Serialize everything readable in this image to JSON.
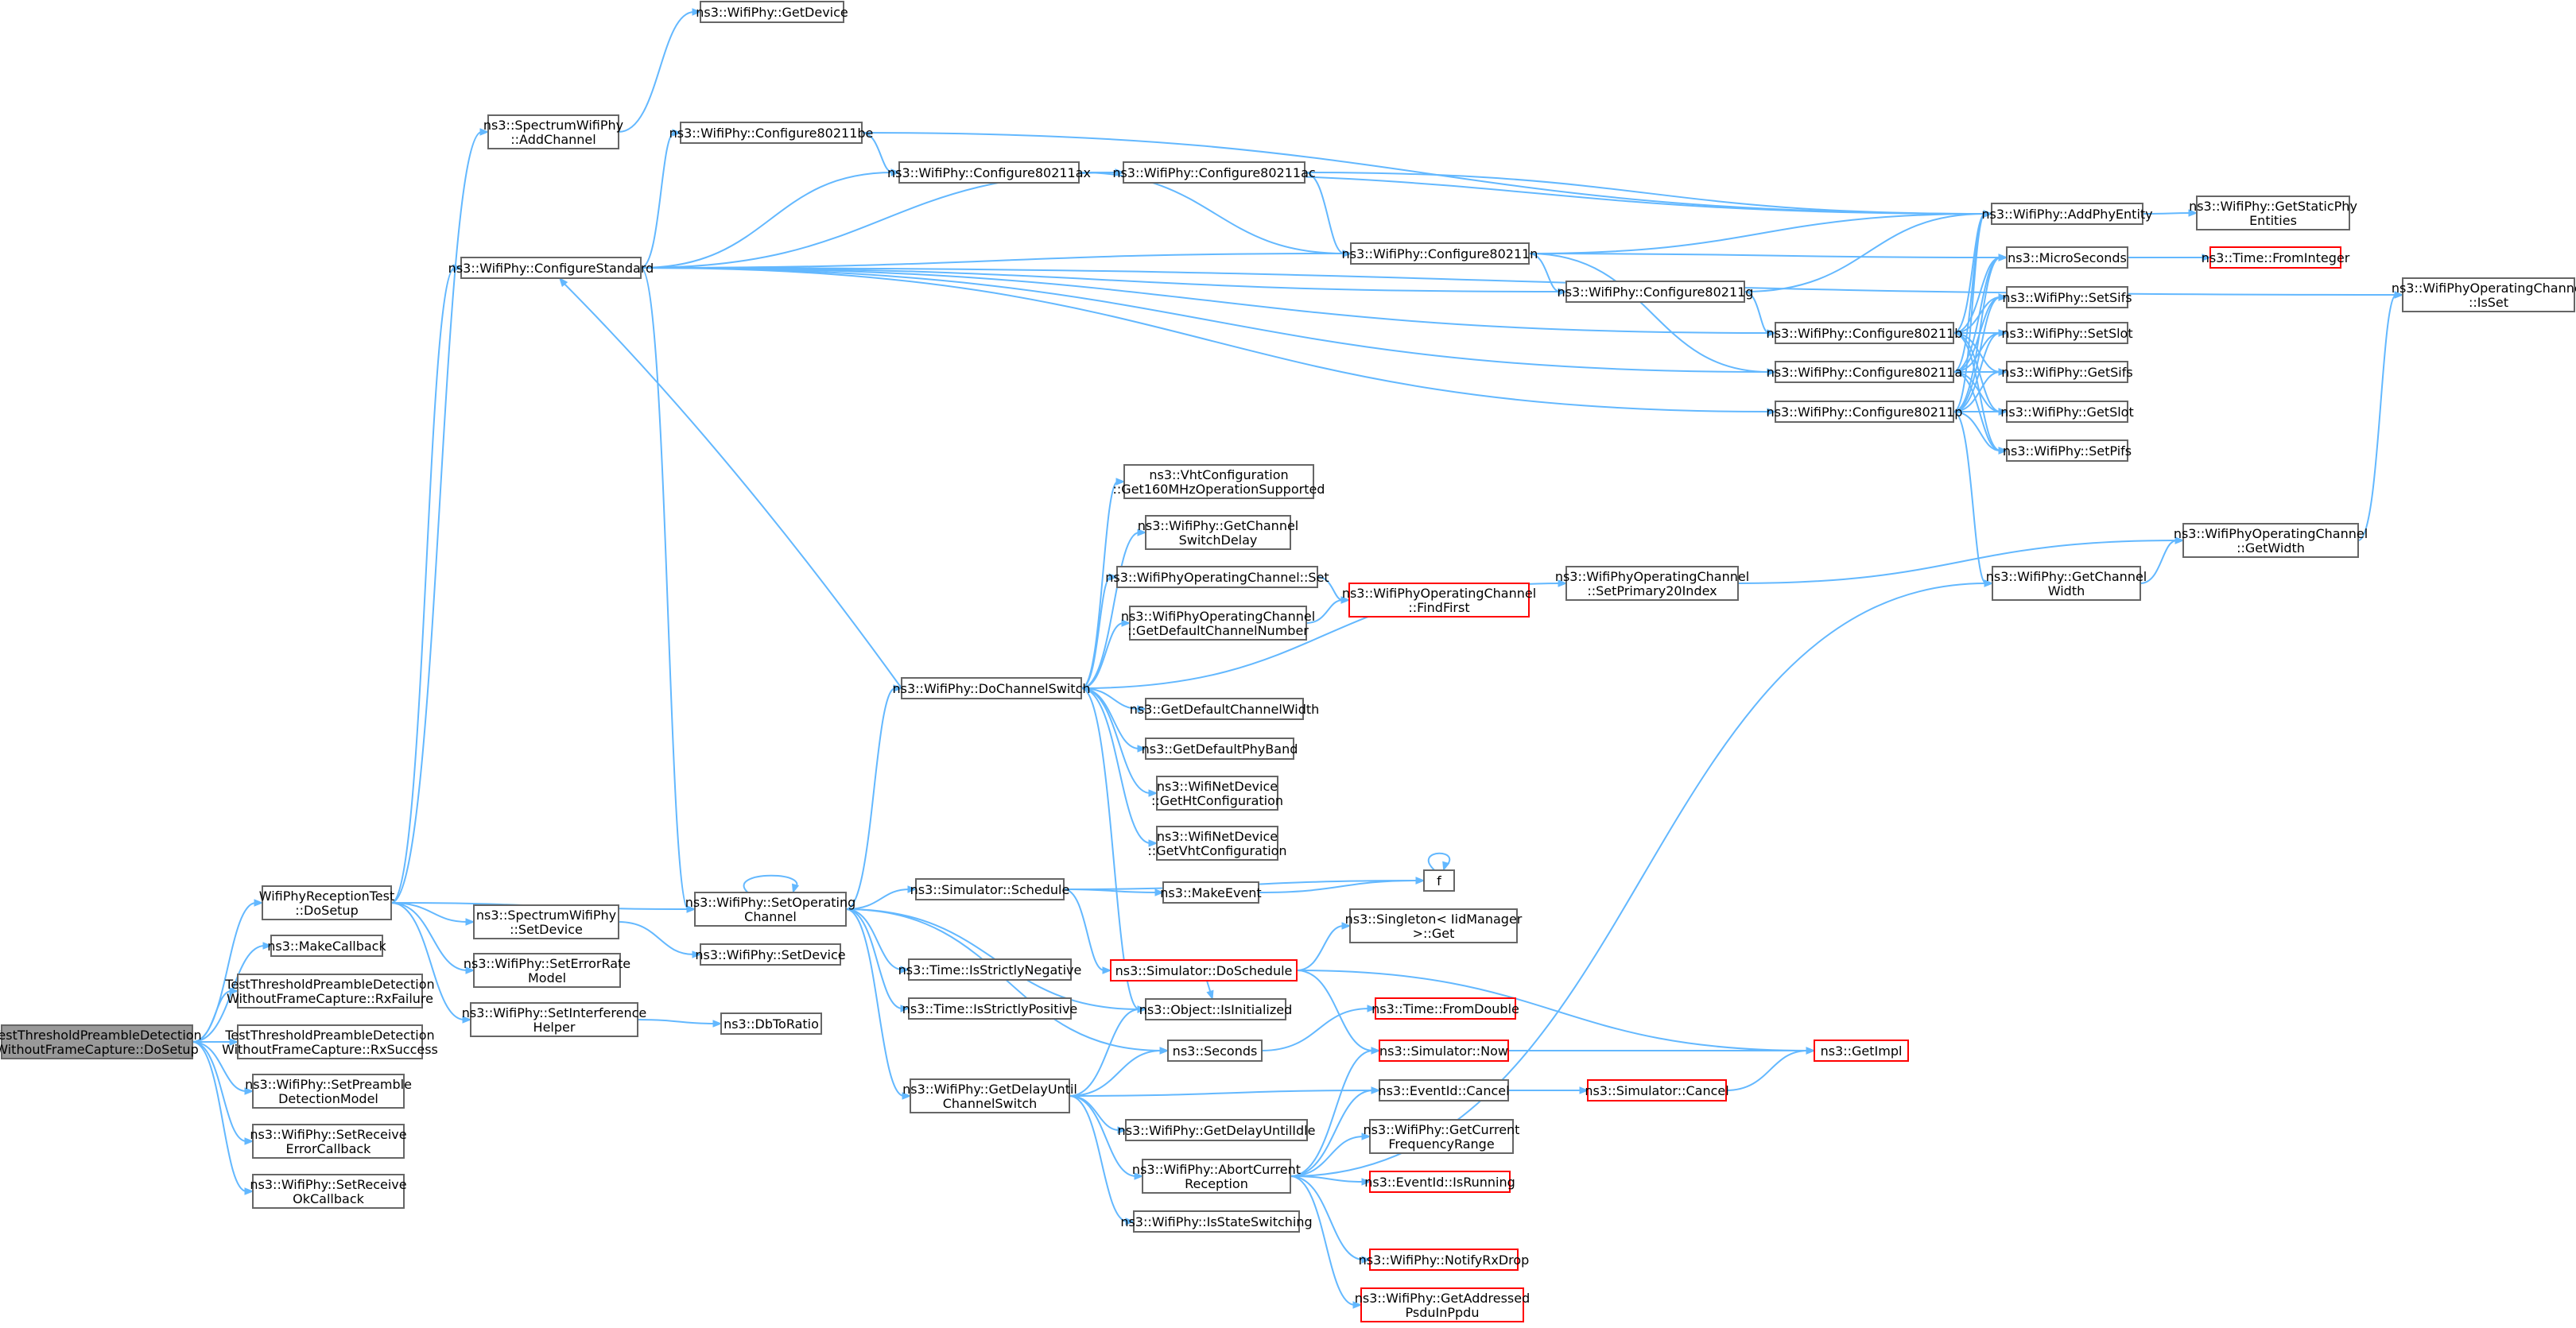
{
  "colors": {
    "edge": "#63b8ff",
    "border": "#666666",
    "root_fill": "#999999",
    "highlight_border": "#ff0000"
  },
  "nodes": [
    {
      "id": "root",
      "lines": [
        "TestThresholdPreambleDetection",
        "WithoutFrameCapture::DoSetup"
      ],
      "style": "root"
    },
    {
      "id": "n_dosetup",
      "lines": [
        "WifiPhyReceptionTest",
        "::DoSetup"
      ]
    },
    {
      "id": "n_makecb",
      "lines": [
        "ns3::MakeCallback"
      ]
    },
    {
      "id": "n_rxfail",
      "lines": [
        "TestThresholdPreambleDetection",
        "WithoutFrameCapture::RxFailure"
      ]
    },
    {
      "id": "n_rxsucc",
      "lines": [
        "TestThresholdPreambleDetection",
        "WithoutFrameCapture::RxSuccess"
      ]
    },
    {
      "id": "n_setpre",
      "lines": [
        "ns3::WifiPhy::SetPreamble",
        "DetectionModel"
      ]
    },
    {
      "id": "n_setrecerr",
      "lines": [
        "ns3::WifiPhy::SetReceive",
        "ErrorCallback"
      ]
    },
    {
      "id": "n_setrecok",
      "lines": [
        "ns3::WifiPhy::SetReceive",
        "OkCallback"
      ]
    },
    {
      "id": "n_specadd",
      "lines": [
        "ns3::SpectrumWifiPhy",
        "::AddChannel"
      ]
    },
    {
      "id": "n_getdev",
      "lines": [
        "ns3::WifiPhy::GetDevice"
      ]
    },
    {
      "id": "n_confstd",
      "lines": [
        "ns3::WifiPhy::ConfigureStandard"
      ]
    },
    {
      "id": "n_specsetdev",
      "lines": [
        "ns3::SpectrumWifiPhy",
        "::SetDevice"
      ]
    },
    {
      "id": "n_seterr",
      "lines": [
        "ns3::WifiPhy::SetErrorRate",
        "Model"
      ]
    },
    {
      "id": "n_setint",
      "lines": [
        "ns3::WifiPhy::SetInterference",
        "Helper"
      ]
    },
    {
      "id": "n_setop",
      "lines": [
        "ns3::WifiPhy::SetOperating",
        "Channel"
      ]
    },
    {
      "id": "n_wsetdev",
      "lines": [
        "ns3::WifiPhy::SetDevice"
      ]
    },
    {
      "id": "n_dbtoratio",
      "lines": [
        "ns3::DbToRatio"
      ]
    },
    {
      "id": "n_c11be",
      "lines": [
        "ns3::WifiPhy::Configure80211be"
      ]
    },
    {
      "id": "n_c11ax",
      "lines": [
        "ns3::WifiPhy::Configure80211ax"
      ]
    },
    {
      "id": "n_c11ac",
      "lines": [
        "ns3::WifiPhy::Configure80211ac"
      ]
    },
    {
      "id": "n_c11n",
      "lines": [
        "ns3::WifiPhy::Configure80211n"
      ]
    },
    {
      "id": "n_c11g",
      "lines": [
        "ns3::WifiPhy::Configure80211g"
      ]
    },
    {
      "id": "n_c11b",
      "lines": [
        "ns3::WifiPhy::Configure80211b"
      ]
    },
    {
      "id": "n_c11a",
      "lines": [
        "ns3::WifiPhy::Configure80211a"
      ]
    },
    {
      "id": "n_c11p",
      "lines": [
        "ns3::WifiPhy::Configure80211p"
      ]
    },
    {
      "id": "n_addphy",
      "lines": [
        "ns3::WifiPhy::AddPhyEntity"
      ]
    },
    {
      "id": "n_getstatic",
      "lines": [
        "ns3::WifiPhy::GetStaticPhy",
        "Entities"
      ]
    },
    {
      "id": "n_micro",
      "lines": [
        "ns3::MicroSeconds"
      ]
    },
    {
      "id": "n_fromint",
      "lines": [
        "ns3::Time::FromInteger"
      ],
      "style": "red"
    },
    {
      "id": "n_setsifs",
      "lines": [
        "ns3::WifiPhy::SetSifs"
      ]
    },
    {
      "id": "n_setslot",
      "lines": [
        "ns3::WifiPhy::SetSlot"
      ]
    },
    {
      "id": "n_getsifs",
      "lines": [
        "ns3::WifiPhy::GetSifs"
      ]
    },
    {
      "id": "n_getslot",
      "lines": [
        "ns3::WifiPhy::GetSlot"
      ]
    },
    {
      "id": "n_setpifs",
      "lines": [
        "ns3::WifiPhy::SetPifs"
      ]
    },
    {
      "id": "n_isset",
      "lines": [
        "ns3::WifiPhyOperatingChannel",
        "::IsSet"
      ]
    },
    {
      "id": "n_vht160",
      "lines": [
        "ns3::VhtConfiguration",
        "::Get160MHzOperationSupported"
      ]
    },
    {
      "id": "n_getchsw",
      "lines": [
        "ns3::WifiPhy::GetChannel",
        "SwitchDelay"
      ]
    },
    {
      "id": "n_opset",
      "lines": [
        "ns3::WifiPhyOperatingChannel::Set"
      ]
    },
    {
      "id": "n_findfirst",
      "lines": [
        "ns3::WifiPhyOperatingChannel",
        "::FindFirst"
      ],
      "style": "red"
    },
    {
      "id": "n_getdefnum",
      "lines": [
        "ns3::WifiPhyOperatingChannel",
        "::GetDefaultChannelNumber"
      ]
    },
    {
      "id": "n_setprim",
      "lines": [
        "ns3::WifiPhyOperatingChannel",
        "::SetPrimary20Index"
      ]
    },
    {
      "id": "n_getchw",
      "lines": [
        "ns3::WifiPhy::GetChannel",
        "Width"
      ]
    },
    {
      "id": "n_getwidth",
      "lines": [
        "ns3::WifiPhyOperatingChannel",
        "::GetWidth"
      ]
    },
    {
      "id": "n_dochsw",
      "lines": [
        "ns3::WifiPhy::DoChannelSwitch"
      ]
    },
    {
      "id": "n_defwidth",
      "lines": [
        "ns3::GetDefaultChannelWidth"
      ]
    },
    {
      "id": "n_defband",
      "lines": [
        "ns3::GetDefaultPhyBand"
      ]
    },
    {
      "id": "n_getht",
      "lines": [
        "ns3::WifiNetDevice",
        "::GetHtConfiguration"
      ]
    },
    {
      "id": "n_getvht",
      "lines": [
        "ns3::WifiNetDevice",
        "::GetVhtConfiguration"
      ]
    },
    {
      "id": "n_schedule",
      "lines": [
        "ns3::Simulator::Schedule"
      ]
    },
    {
      "id": "n_makeevent",
      "lines": [
        "ns3::MakeEvent"
      ]
    },
    {
      "id": "n_f",
      "lines": [
        "f"
      ]
    },
    {
      "id": "n_singleton",
      "lines": [
        "ns3::Singleton< IidManager",
        ">::Get"
      ]
    },
    {
      "id": "n_dosched",
      "lines": [
        "ns3::Simulator::DoSchedule"
      ],
      "style": "red"
    },
    {
      "id": "n_strneg",
      "lines": [
        "ns3::Time::IsStrictlyNegative"
      ]
    },
    {
      "id": "n_strpos",
      "lines": [
        "ns3::Time::IsStrictlyPositive"
      ]
    },
    {
      "id": "n_isinit",
      "lines": [
        "ns3::Object::IsInitialized"
      ]
    },
    {
      "id": "n_fromdbl",
      "lines": [
        "ns3::Time::FromDouble"
      ],
      "style": "red"
    },
    {
      "id": "n_seconds",
      "lines": [
        "ns3::Seconds"
      ]
    },
    {
      "id": "n_now",
      "lines": [
        "ns3::Simulator::Now"
      ],
      "style": "red"
    },
    {
      "id": "n_getimpl",
      "lines": [
        "ns3::GetImpl"
      ],
      "style": "red"
    },
    {
      "id": "n_getdelay",
      "lines": [
        "ns3::WifiPhy::GetDelayUntil",
        "ChannelSwitch"
      ]
    },
    {
      "id": "n_evcancel",
      "lines": [
        "ns3::EventId::Cancel"
      ]
    },
    {
      "id": "n_simcancel",
      "lines": [
        "ns3::Simulator::Cancel"
      ],
      "style": "red"
    },
    {
      "id": "n_delayidle",
      "lines": [
        "ns3::WifiPhy::GetDelayUntilIdle"
      ]
    },
    {
      "id": "n_getcurfr",
      "lines": [
        "ns3::WifiPhy::GetCurrent",
        "FrequencyRange"
      ]
    },
    {
      "id": "n_abort",
      "lines": [
        "ns3::WifiPhy::AbortCurrent",
        "Reception"
      ]
    },
    {
      "id": "n_isrunning",
      "lines": [
        "ns3::EventId::IsRunning"
      ],
      "style": "red"
    },
    {
      "id": "n_isstsw",
      "lines": [
        "ns3::WifiPhy::IsStateSwitching"
      ]
    },
    {
      "id": "n_notifydrop",
      "lines": [
        "ns3::WifiPhy::NotifyRxDrop"
      ],
      "style": "red"
    },
    {
      "id": "n_getaddr",
      "lines": [
        "ns3::WifiPhy::GetAddressed",
        "PsduInPpdu"
      ],
      "style": "red"
    }
  ],
  "edges": [
    [
      "root",
      "n_dosetup"
    ],
    [
      "root",
      "n_makecb"
    ],
    [
      "root",
      "n_rxfail"
    ],
    [
      "root",
      "n_rxsucc"
    ],
    [
      "root",
      "n_setpre"
    ],
    [
      "root",
      "n_setrecerr"
    ],
    [
      "root",
      "n_setrecok"
    ],
    [
      "n_dosetup",
      "n_specadd"
    ],
    [
      "n_dosetup",
      "n_confstd"
    ],
    [
      "n_dosetup",
      "n_specsetdev"
    ],
    [
      "n_dosetup",
      "n_seterr"
    ],
    [
      "n_dosetup",
      "n_setint"
    ],
    [
      "n_dosetup",
      "n_setop"
    ],
    [
      "n_specadd",
      "n_getdev"
    ],
    [
      "n_specsetdev",
      "n_wsetdev"
    ],
    [
      "n_setint",
      "n_dbtoratio"
    ],
    [
      "n_confstd",
      "n_c11be"
    ],
    [
      "n_confstd",
      "n_c11ax"
    ],
    [
      "n_confstd",
      "n_c11ac"
    ],
    [
      "n_confstd",
      "n_c11n"
    ],
    [
      "n_confstd",
      "n_c11g"
    ],
    [
      "n_confstd",
      "n_c11b"
    ],
    [
      "n_confstd",
      "n_c11a"
    ],
    [
      "n_confstd",
      "n_c11p"
    ],
    [
      "n_confstd",
      "n_isset"
    ],
    [
      "n_confstd",
      "n_setop"
    ],
    [
      "n_c11be",
      "n_c11ax"
    ],
    [
      "n_c11be",
      "n_addphy"
    ],
    [
      "n_c11ax",
      "n_c11ac"
    ],
    [
      "n_c11ax",
      "n_c11n"
    ],
    [
      "n_c11ax",
      "n_addphy"
    ],
    [
      "n_c11ac",
      "n_c11n"
    ],
    [
      "n_c11ac",
      "n_addphy"
    ],
    [
      "n_c11n",
      "n_c11g"
    ],
    [
      "n_c11n",
      "n_c11a"
    ],
    [
      "n_c11n",
      "n_addphy"
    ],
    [
      "n_c11n",
      "n_micro"
    ],
    [
      "n_c11g",
      "n_c11b"
    ],
    [
      "n_c11g",
      "n_addphy"
    ],
    [
      "n_c11b",
      "n_addphy"
    ],
    [
      "n_c11b",
      "n_micro"
    ],
    [
      "n_c11b",
      "n_setsifs"
    ],
    [
      "n_c11b",
      "n_setslot"
    ],
    [
      "n_c11b",
      "n_getsifs"
    ],
    [
      "n_c11b",
      "n_getslot"
    ],
    [
      "n_c11b",
      "n_setpifs"
    ],
    [
      "n_c11a",
      "n_addphy"
    ],
    [
      "n_c11a",
      "n_micro"
    ],
    [
      "n_c11a",
      "n_setsifs"
    ],
    [
      "n_c11a",
      "n_setslot"
    ],
    [
      "n_c11a",
      "n_getsifs"
    ],
    [
      "n_c11a",
      "n_getslot"
    ],
    [
      "n_c11a",
      "n_setpifs"
    ],
    [
      "n_c11p",
      "n_addphy"
    ],
    [
      "n_c11p",
      "n_micro"
    ],
    [
      "n_c11p",
      "n_setsifs"
    ],
    [
      "n_c11p",
      "n_setslot"
    ],
    [
      "n_c11p",
      "n_getsifs"
    ],
    [
      "n_c11p",
      "n_getslot"
    ],
    [
      "n_c11p",
      "n_setpifs"
    ],
    [
      "n_c11p",
      "n_getchw"
    ],
    [
      "n_addphy",
      "n_getstatic"
    ],
    [
      "n_micro",
      "n_fromint"
    ],
    [
      "n_setop",
      "n_setop"
    ],
    [
      "n_setop",
      "n_dochsw"
    ],
    [
      "n_setop",
      "n_schedule"
    ],
    [
      "n_setop",
      "n_strneg"
    ],
    [
      "n_setop",
      "n_strpos"
    ],
    [
      "n_setop",
      "n_isinit"
    ],
    [
      "n_setop",
      "n_seconds"
    ],
    [
      "n_setop",
      "n_getdelay"
    ],
    [
      "n_dochsw",
      "n_confstd"
    ],
    [
      "n_dochsw",
      "n_vht160"
    ],
    [
      "n_dochsw",
      "n_getchsw"
    ],
    [
      "n_dochsw",
      "n_opset"
    ],
    [
      "n_dochsw",
      "n_getdefnum"
    ],
    [
      "n_dochsw",
      "n_setprim"
    ],
    [
      "n_dochsw",
      "n_defwidth"
    ],
    [
      "n_dochsw",
      "n_defband"
    ],
    [
      "n_dochsw",
      "n_getht"
    ],
    [
      "n_dochsw",
      "n_getvht"
    ],
    [
      "n_dochsw",
      "n_isinit"
    ],
    [
      "n_opset",
      "n_findfirst"
    ],
    [
      "n_getdefnum",
      "n_findfirst"
    ],
    [
      "n_setprim",
      "n_getwidth"
    ],
    [
      "n_getchw",
      "n_getwidth"
    ],
    [
      "n_getwidth",
      "n_isset"
    ],
    [
      "n_schedule",
      "n_makeevent"
    ],
    [
      "n_schedule",
      "n_f"
    ],
    [
      "n_schedule",
      "n_dosched"
    ],
    [
      "n_makeevent",
      "n_f"
    ],
    [
      "n_f",
      "n_f"
    ],
    [
      "n_dosched",
      "n_singleton"
    ],
    [
      "n_dosched",
      "n_isinit"
    ],
    [
      "n_dosched",
      "n_now"
    ],
    [
      "n_dosched",
      "n_getimpl"
    ],
    [
      "n_seconds",
      "n_fromdbl"
    ],
    [
      "n_now",
      "n_getimpl"
    ],
    [
      "n_simcancel",
      "n_getimpl"
    ],
    [
      "n_getdelay",
      "n_isinit"
    ],
    [
      "n_getdelay",
      "n_seconds"
    ],
    [
      "n_getdelay",
      "n_evcancel"
    ],
    [
      "n_getdelay",
      "n_delayidle"
    ],
    [
      "n_getdelay",
      "n_abort"
    ],
    [
      "n_getdelay",
      "n_isstsw"
    ],
    [
      "n_evcancel",
      "n_simcancel"
    ],
    [
      "n_abort",
      "n_now"
    ],
    [
      "n_abort",
      "n_evcancel"
    ],
    [
      "n_abort",
      "n_getcurfr"
    ],
    [
      "n_abort",
      "n_isrunning"
    ],
    [
      "n_abort",
      "n_getchw"
    ],
    [
      "n_abort",
      "n_notifydrop"
    ],
    [
      "n_abort",
      "n_getaddr"
    ]
  ]
}
